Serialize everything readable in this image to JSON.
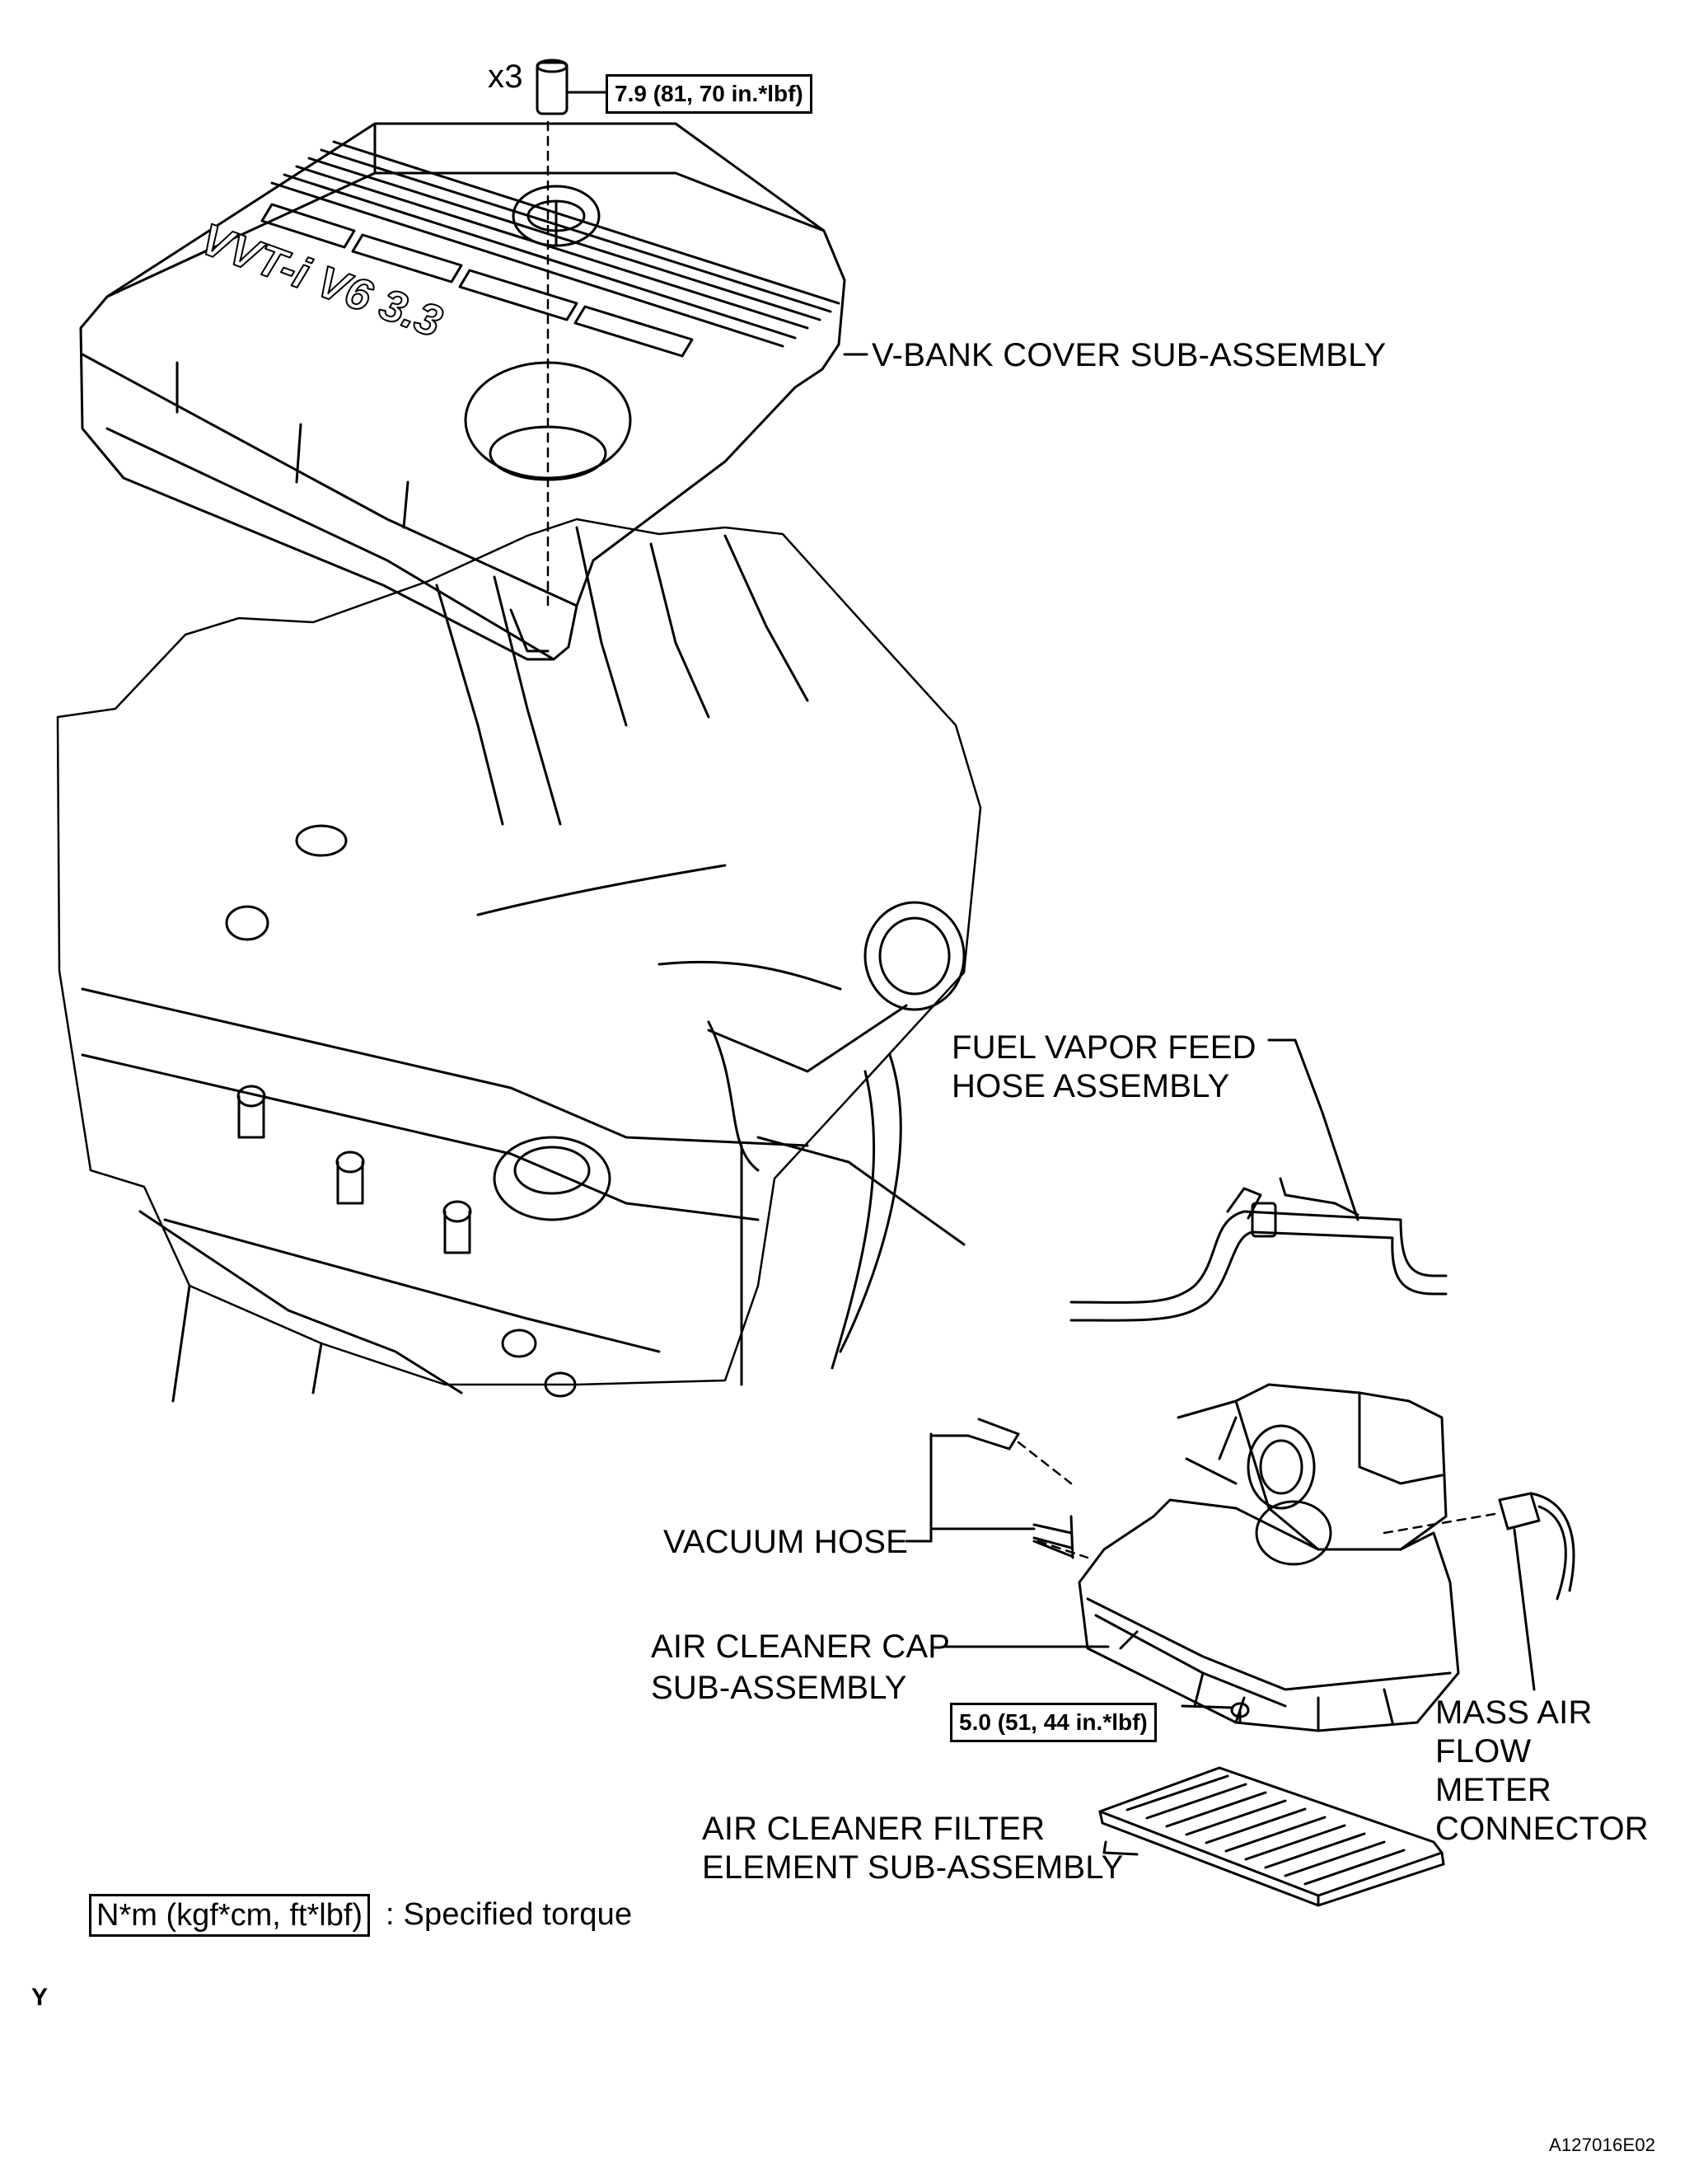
{
  "torque_specs": {
    "cover_nut_qty": "x3",
    "cover_nut_torque": "7.9 (81, 70 in.*lbf)",
    "air_cleaner_bolt_torque": "5.0 (51, 44 in.*lbf)"
  },
  "cover_logo_text": "VVT-i V6 3.3",
  "labels": {
    "v_bank_cover": "V-BANK COVER SUB-ASSEMBLY",
    "fuel_vapor_line1": "FUEL VAPOR FEED",
    "fuel_vapor_line2": "HOSE ASSEMBLY",
    "vacuum_hose": "VACUUM HOSE",
    "air_cleaner_cap_line1": "AIR CLEANER CAP",
    "air_cleaner_cap_line2": "SUB-ASSEMBLY",
    "maf_line1": "MASS AIR",
    "maf_line2": "FLOW",
    "maf_line3": "METER",
    "maf_line4": "CONNECTOR",
    "filter_line1": "AIR CLEANER FILTER",
    "filter_line2": "ELEMENT SUB-ASSEMBLY"
  },
  "legend": {
    "unit_box": "N*m (kgf*cm, ft*lbf)",
    "description": ": Specified torque"
  },
  "corner_mark": "Y",
  "figure_id": "A127016E02"
}
